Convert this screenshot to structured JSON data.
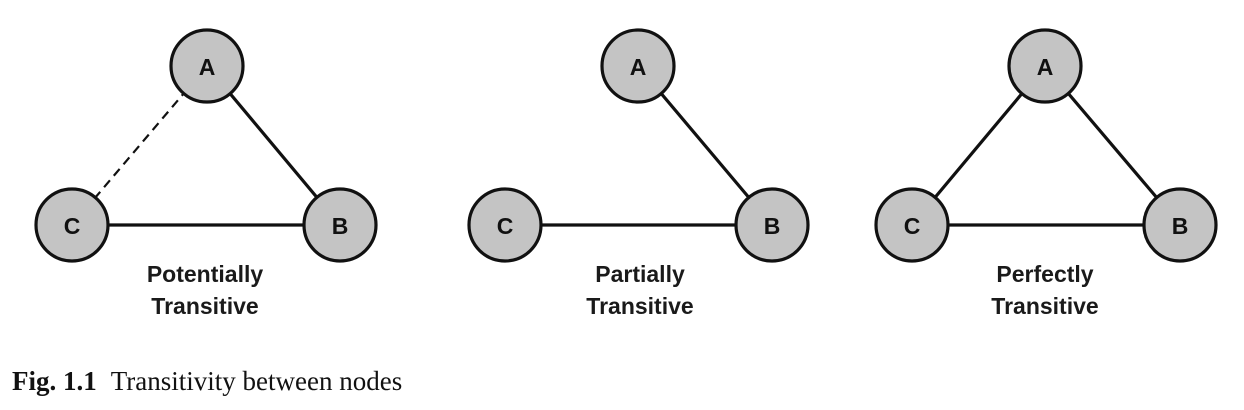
{
  "panels": [
    {
      "id": "potentially",
      "label_lines": [
        "Potentially",
        "Transitive"
      ],
      "nodes": [
        "A",
        "B",
        "C"
      ],
      "edges": [
        {
          "from": "A",
          "to": "B",
          "style": "solid"
        },
        {
          "from": "B",
          "to": "C",
          "style": "solid"
        },
        {
          "from": "A",
          "to": "C",
          "style": "dashed"
        }
      ]
    },
    {
      "id": "partially",
      "label_lines": [
        "Partially",
        "Transitive"
      ],
      "nodes": [
        "A",
        "B",
        "C"
      ],
      "edges": [
        {
          "from": "A",
          "to": "B",
          "style": "solid"
        },
        {
          "from": "B",
          "to": "C",
          "style": "solid"
        }
      ]
    },
    {
      "id": "perfectly",
      "label_lines": [
        "Perfectly",
        "Transitive"
      ],
      "nodes": [
        "A",
        "B",
        "C"
      ],
      "edges": [
        {
          "from": "A",
          "to": "B",
          "style": "solid"
        },
        {
          "from": "B",
          "to": "C",
          "style": "solid"
        },
        {
          "from": "A",
          "to": "C",
          "style": "solid"
        }
      ]
    }
  ],
  "caption": {
    "number": "Fig. 1.1",
    "text": "Transitivity between nodes"
  },
  "colors": {
    "node_fill": "#c4c4c4",
    "stroke": "#111111"
  }
}
